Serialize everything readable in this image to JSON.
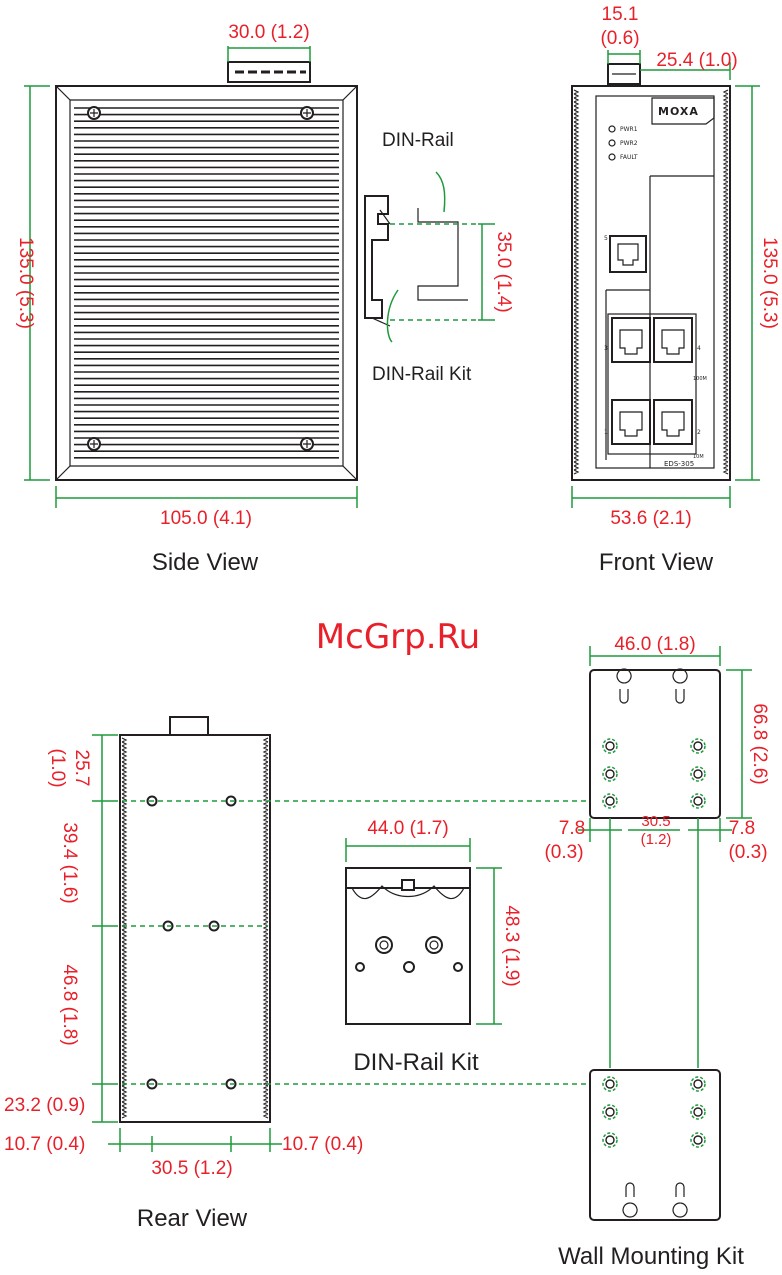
{
  "watermark": "McGrp.Ru",
  "views": {
    "side": {
      "caption": "Side View",
      "dim_top": "30.0 (1.2)",
      "dim_height": "135.0 (5.3)",
      "dim_width": "105.0 (4.1)",
      "dim_rail": "35.0 (1.4)",
      "label_din_rail": "DIN-Rail",
      "label_din_rail_kit": "DIN-Rail Kit"
    },
    "front": {
      "caption": "Front View",
      "dim_top_a_1": "15.1",
      "dim_top_a_2": "(0.6)",
      "dim_top_b": "25.4 (1.0)",
      "dim_height": "135.0 (5.3)",
      "dim_width": "53.6 (2.1)",
      "brand": "MOXA",
      "led_labels": [
        "PWR1",
        "PWR2",
        "FAULT"
      ],
      "port_labels": [
        "5",
        "3",
        "4",
        "1",
        "2"
      ],
      "speed_labels": [
        "100M",
        "10M"
      ],
      "model": "EDS-305"
    },
    "rear": {
      "caption": "Rear View",
      "dim_v1_1": "25.7",
      "dim_v1_2": "(1.0)",
      "dim_v2": "39.4 (1.6)",
      "dim_v3": "46.8 (1.8)",
      "dim_v4": "23.2 (0.9)",
      "dim_left": "10.7 (0.4)",
      "dim_right": "10.7 (0.4)",
      "dim_bottom": "30.5 (1.2)"
    },
    "din_kit": {
      "caption": "DIN-Rail Kit",
      "dim_width": "44.0 (1.7)",
      "dim_height": "48.3 (1.9)"
    },
    "wall_kit": {
      "caption": "Wall Mounting Kit",
      "dim_width": "46.0 (1.8)",
      "dim_height": "66.8 (2.6)",
      "dim_left_1": "7.8",
      "dim_left_2": "(0.3)",
      "dim_mid_1": "30.5",
      "dim_mid_2": "(1.2)",
      "dim_right_1": "7.8",
      "dim_right_2": "(0.3)"
    }
  }
}
